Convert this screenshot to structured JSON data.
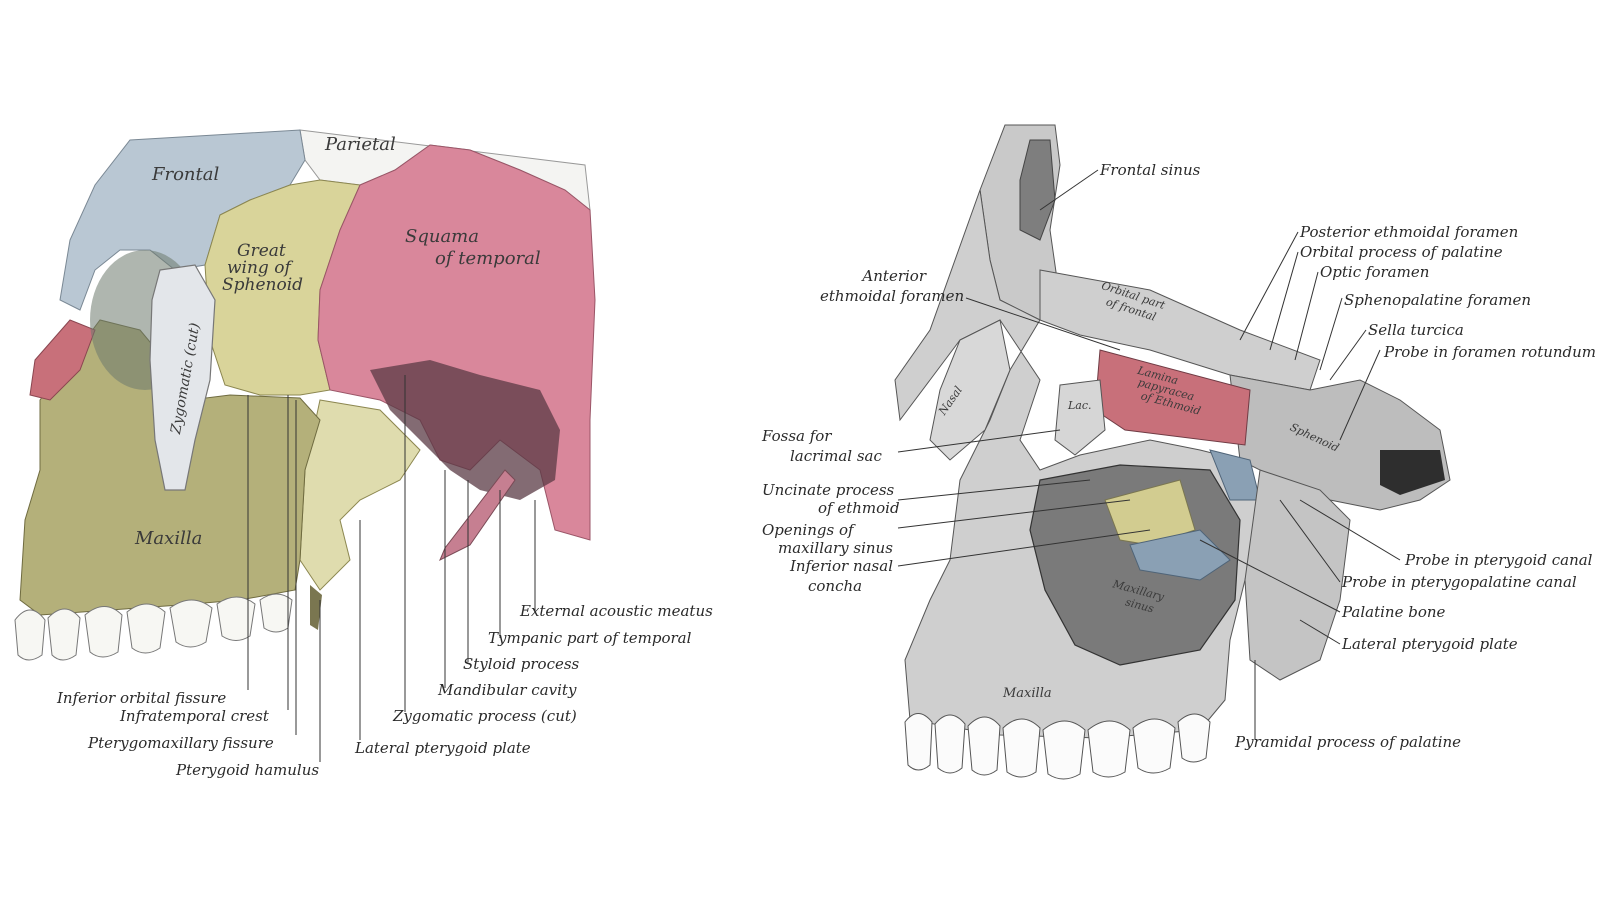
{
  "left_figure": {
    "bone_labels": {
      "frontal": "Frontal",
      "parietal": "Parietal",
      "great_wing": [
        "Great",
        "wing of",
        "Sphenoid"
      ],
      "squama": [
        "Squama",
        "of temporal"
      ],
      "zygomatic": "Zygomatic (cut)",
      "maxilla": "Maxilla"
    },
    "callouts": {
      "external_acoustic_meatus": "External acoustic meatus",
      "tympanic_part": "Tympanic part of temporal",
      "styloid_process": "Styloid process",
      "mandibular_cavity": "Mandibular cavity",
      "inferior_orbital_fissure": "Inferior orbital fissure",
      "infratemporal_crest": "Infratemporal crest",
      "zygomatic_process": "Zygomatic process (cut)",
      "pterygomaxillary_fissure": "Pterygomaxillary fissure",
      "lateral_pterygoid_plate": "Lateral pterygoid plate",
      "pterygoid_hamulus": "Pterygoid hamulus"
    },
    "colors": {
      "frontal": "#b9c7d3",
      "parietal": "#f4f4f2",
      "sphenoid": "#d9d49a",
      "temporal": "#d9879b",
      "zygomatic": "#e3e6ea",
      "maxilla": "#b4b07a",
      "nasal_red": "#c8707a"
    }
  },
  "right_figure": {
    "bone_labels": {
      "orbital_part_frontal": [
        "Orbital part",
        "of frontal"
      ],
      "lamina_papyracea": [
        "Lamina",
        "papyracea",
        "of Ethmoid"
      ],
      "nasal": "Nasal",
      "lacrimal": "Lac.",
      "sphenoid": "Sphenoid",
      "maxillary_sinus": [
        "Maxillary",
        "sinus"
      ],
      "maxilla": "Maxilla"
    },
    "callouts": {
      "frontal_sinus": "Frontal sinus",
      "posterior_ethmoidal_foramen": "Posterior ethmoidal foramen",
      "orbital_process_palatine": "Orbital process of palatine",
      "optic_foramen": "Optic foramen",
      "sphenopalatine_foramen": "Sphenopalatine foramen",
      "sella_turcica": "Sella turcica",
      "probe_foramen_rotundum": "Probe in foramen rotundum",
      "anterior_ethmoidal_foramen": [
        "Anterior",
        "ethmoidal foramen"
      ],
      "fossa_lacrimal_sac": [
        "Fossa for",
        "lacrimal sac"
      ],
      "uncinate_process": [
        "Uncinate process",
        "of ethmoid"
      ],
      "openings_maxillary_sinus": [
        "Openings of",
        "maxillary sinus"
      ],
      "inferior_nasal_concha": [
        "Inferior nasal",
        "concha"
      ],
      "probe_pterygoid_canal": "Probe in pterygoid canal",
      "probe_pterygopalatine_canal": "Probe in pterygopalatine canal",
      "palatine_bone": "Palatine bone",
      "lateral_pterygoid_plate": "Lateral pterygoid plate",
      "pyramidal_process": "Pyramidal process of palatine"
    },
    "colors": {
      "bone_grey": "#c9c9c9",
      "bone_dark": "#8e8e8e",
      "ethmoid_red": "#c8707a",
      "palatine_yellow": "#d2cc90",
      "palatine_blue": "#8aa0b4"
    }
  }
}
